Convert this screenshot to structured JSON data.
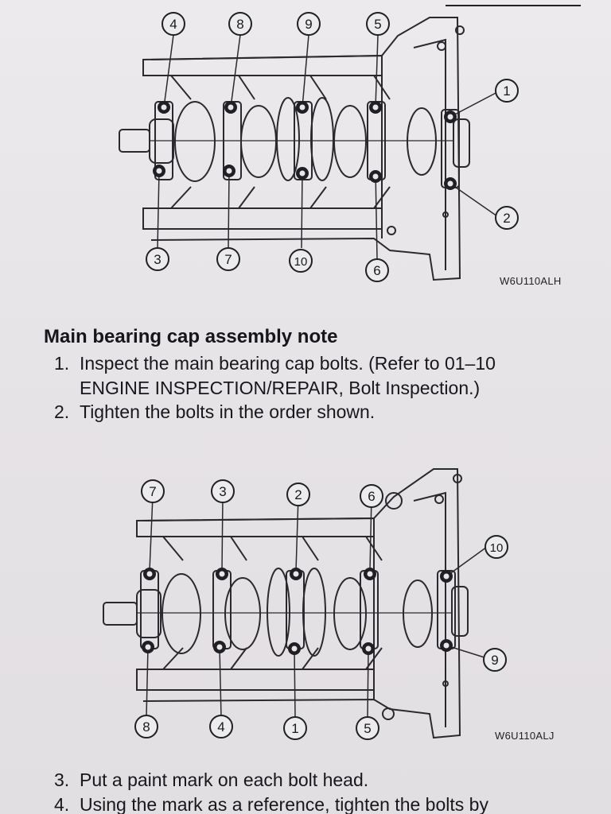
{
  "document": {
    "diagram_1": {
      "figure_code": "W6U110ALH",
      "callouts": {
        "top": [
          "4",
          "8",
          "9",
          "5"
        ],
        "right_top": "1",
        "right_bottom": "2",
        "bottom": [
          "3",
          "7",
          "10",
          "6"
        ]
      }
    },
    "heading": "Main bearing cap assembly note",
    "steps": [
      {
        "num": "1.",
        "text": "Inspect the main bearing cap bolts. (Refer to 01–10 ENGINE INSPECTION/REPAIR, Bolt Inspection.)"
      },
      {
        "num": "2.",
        "text": "Tighten the bolts in the order shown."
      }
    ],
    "diagram_2": {
      "figure_code": "W6U110ALJ",
      "callouts": {
        "top": [
          "7",
          "3",
          "2",
          "6"
        ],
        "right_top": "10",
        "right_bottom": "9",
        "bottom": [
          "8",
          "4",
          "1",
          "5"
        ]
      }
    },
    "steps_continued": [
      {
        "num": "3.",
        "text": "Put a paint mark on each bolt head."
      },
      {
        "num": "4.",
        "text": "Using the mark as a reference, tighten the bolts by"
      }
    ]
  },
  "colors": {
    "ink": "#1b1b1f",
    "paper": "#e7e4e6"
  },
  "icons": {
    "callout": "circled-number",
    "bolt": "bolt-head"
  }
}
